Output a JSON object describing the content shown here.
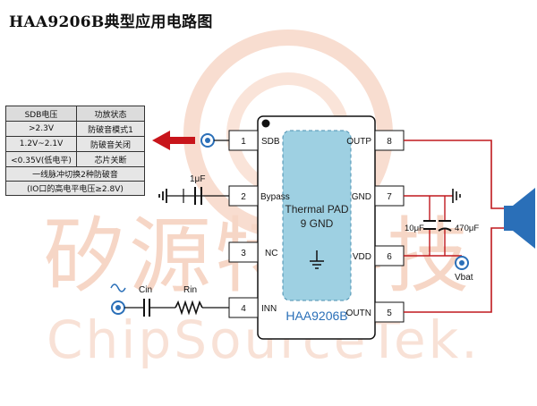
{
  "title": "HAA9206B典型应用电路图",
  "watermark": {
    "cn": "矽源特科技",
    "en": "ChipSourceTek."
  },
  "chip": {
    "name": "HAA9206B",
    "pad_line1": "Thermal PAD",
    "pad_line2": "9 GND",
    "left_pins": [
      {
        "num": "1",
        "name": "SDB"
      },
      {
        "num": "2",
        "name": "Bypass"
      },
      {
        "num": "3",
        "name": "NC"
      },
      {
        "num": "4",
        "name": "INN"
      }
    ],
    "right_pins": [
      {
        "num": "8",
        "name": "OUTP"
      },
      {
        "num": "7",
        "name": "GND"
      },
      {
        "num": "6",
        "name": "VDD"
      },
      {
        "num": "5",
        "name": "OUTN"
      }
    ]
  },
  "components": {
    "bypass_cap": "1μF",
    "cin": "Cin",
    "rin": "Rin",
    "cap_small": "10μF",
    "cap_large": "470μF",
    "vbat": "Vbat"
  },
  "table": {
    "header": [
      "SDB电压",
      "功放状态"
    ],
    "rows": [
      [
        ">2.3V",
        "防破音模式1"
      ],
      [
        "1.2V~2.1V",
        "防破音关闭"
      ],
      [
        "<0.35V(低电平)",
        "芯片关断"
      ]
    ],
    "note": [
      "一线脉冲切换2种防破音",
      "(IO口的高电平电压≥2.8V)"
    ]
  },
  "colors": {
    "wire": "#c0191e",
    "pad_fill": "#9ed0e2",
    "arrow": "#c8151b",
    "chip_label": "#2a6fb8",
    "watermark": "#f6d6c6"
  }
}
